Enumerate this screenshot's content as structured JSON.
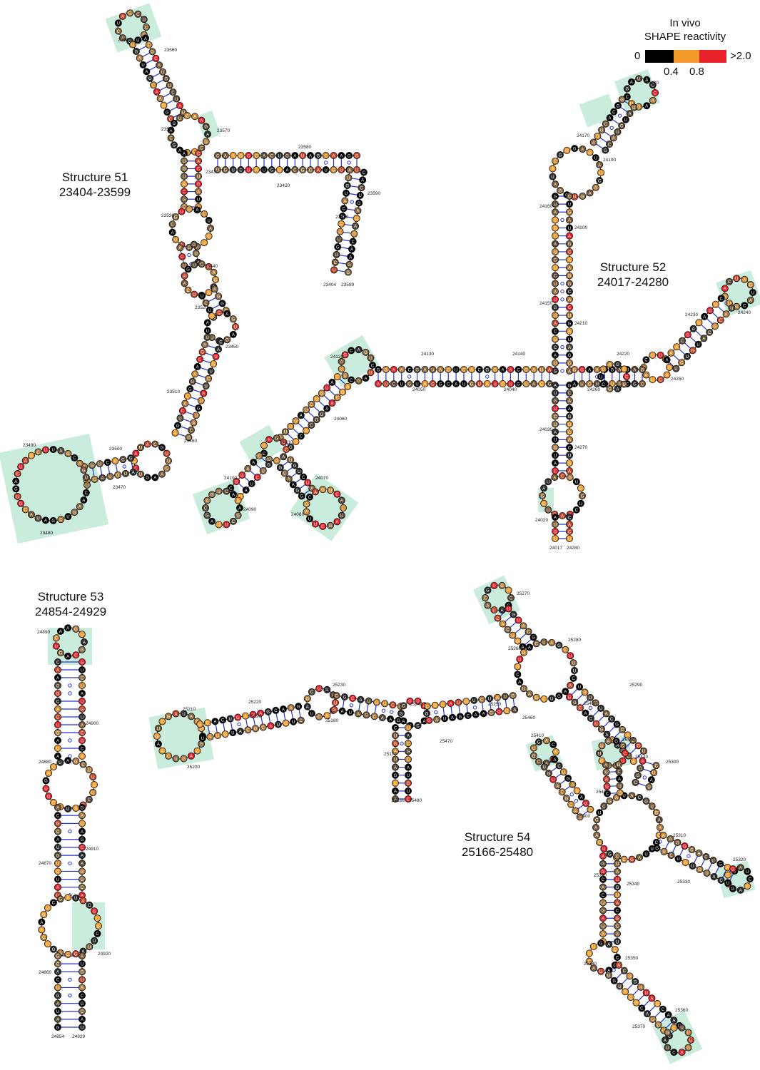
{
  "legend": {
    "title_line1": "In vivo",
    "title_line2": "SHAPE reactivity",
    "label_min": "0",
    "label_max": ">2.0",
    "tick_1": "0.4",
    "tick_2": "0.8",
    "colors": {
      "low": "#000000",
      "mid": "#f39a2b",
      "high": "#e8202a"
    }
  },
  "structures": [
    {
      "name": "Structure 51",
      "range": "23404-23599",
      "labels": [
        "23550",
        "23560",
        "23540",
        "23570",
        "23580",
        "23430",
        "23420",
        "23590",
        "23530",
        "23410",
        "23404",
        "23599",
        "23440",
        "23520",
        "23450",
        "23510",
        "23460",
        "23490",
        "23500",
        "23470",
        "23480"
      ]
    },
    {
      "name": "Structure 52",
      "range": "24017-24280",
      "labels": [
        "24180",
        "24170",
        "24190",
        "24160",
        "24200",
        "24150",
        "24210",
        "24230",
        "24240",
        "24130",
        "24140",
        "24120",
        "24220",
        "24250",
        "24050",
        "24040",
        "24260",
        "24060",
        "24110",
        "24030",
        "24270",
        "24100",
        "24070",
        "24090",
        "24080",
        "24020",
        "24017",
        "24280"
      ]
    },
    {
      "name": "Structure 53",
      "range": "24854-24929",
      "labels": [
        "24890",
        "24900",
        "24880",
        "24910",
        "24870",
        "24920",
        "24860",
        "24854",
        "24929"
      ]
    },
    {
      "name": "Structure 54",
      "range": "25166-25480",
      "labels": [
        "25270",
        "25280",
        "25260",
        "25230",
        "25220",
        "25290",
        "25240",
        "25210",
        "25250",
        "25450",
        "25460",
        "25190",
        "25180",
        "25470",
        "25410",
        "25430",
        "25440",
        "25300",
        "25200",
        "25170",
        "25166",
        "25480",
        "25420",
        "25400",
        "25310",
        "25320",
        "25330",
        "25390",
        "25340",
        "25350",
        "25380",
        "25370",
        "25360"
      ]
    }
  ]
}
